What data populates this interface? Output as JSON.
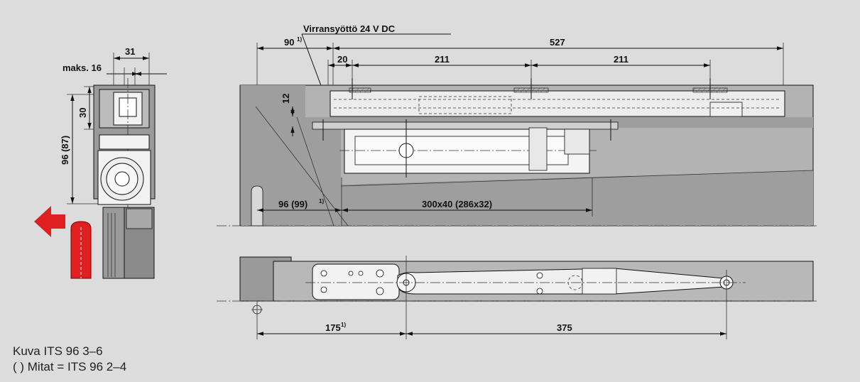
{
  "colors": {
    "background": "#dcdcdc",
    "accent_red": "#e02020",
    "frame_gray": "#8a8a8a",
    "part_light": "#f2f2f2"
  },
  "icons": {
    "direction_arrow": "arrow-left-icon"
  },
  "left_view": {
    "dim_width": "31",
    "dim_max": "maks. 16",
    "dim_top": "30",
    "dim_height": "96 (87)"
  },
  "top_view": {
    "power_label": "Virransyöttö 24 V DC",
    "dim_90": "90",
    "dim_90_note": "1)",
    "dim_527": "527",
    "dim_20": "20",
    "dim_211_a": "211",
    "dim_211_b": "211",
    "dim_12": "12",
    "dim_96_99": "96 (99)",
    "dim_96_99_note": "1)",
    "dim_pocket": "300x40 (286x32)"
  },
  "bottom_view": {
    "dim_175": "175",
    "dim_175_note": "1)",
    "dim_375": "375"
  },
  "caption": {
    "line1": "Kuva ITS 96 3–6",
    "line2": "( ) Mitat = ITS 96 2–4"
  }
}
